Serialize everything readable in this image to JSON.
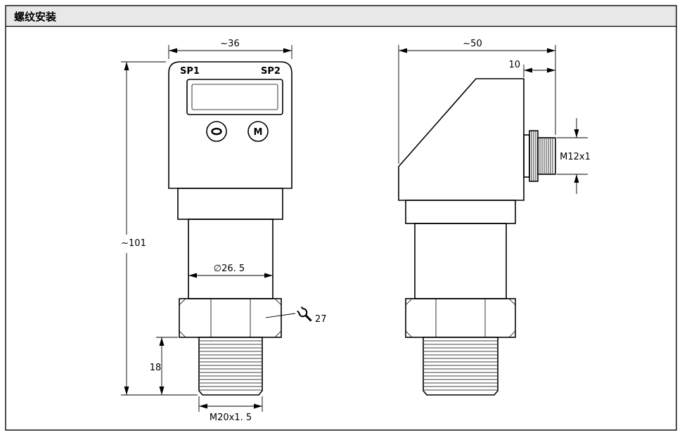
{
  "header": {
    "title": "螺纹安装"
  },
  "front_view": {
    "dim_width": "~36",
    "dim_height": "~101",
    "label_sp1": "SP1",
    "label_sp2": "SP2",
    "button_m_label": "M",
    "dim_neck_diameter": "∅26. 5",
    "dim_wrench_size": "27",
    "dim_thread_length": "18",
    "dim_thread_spec": "M20x1. 5"
  },
  "side_view": {
    "dim_width": "~50",
    "dim_connector_protrusion": "10",
    "dim_connector_thread": "M12x1"
  },
  "colors": {
    "line": "#000000",
    "header_bg": "#e8e8e8"
  }
}
